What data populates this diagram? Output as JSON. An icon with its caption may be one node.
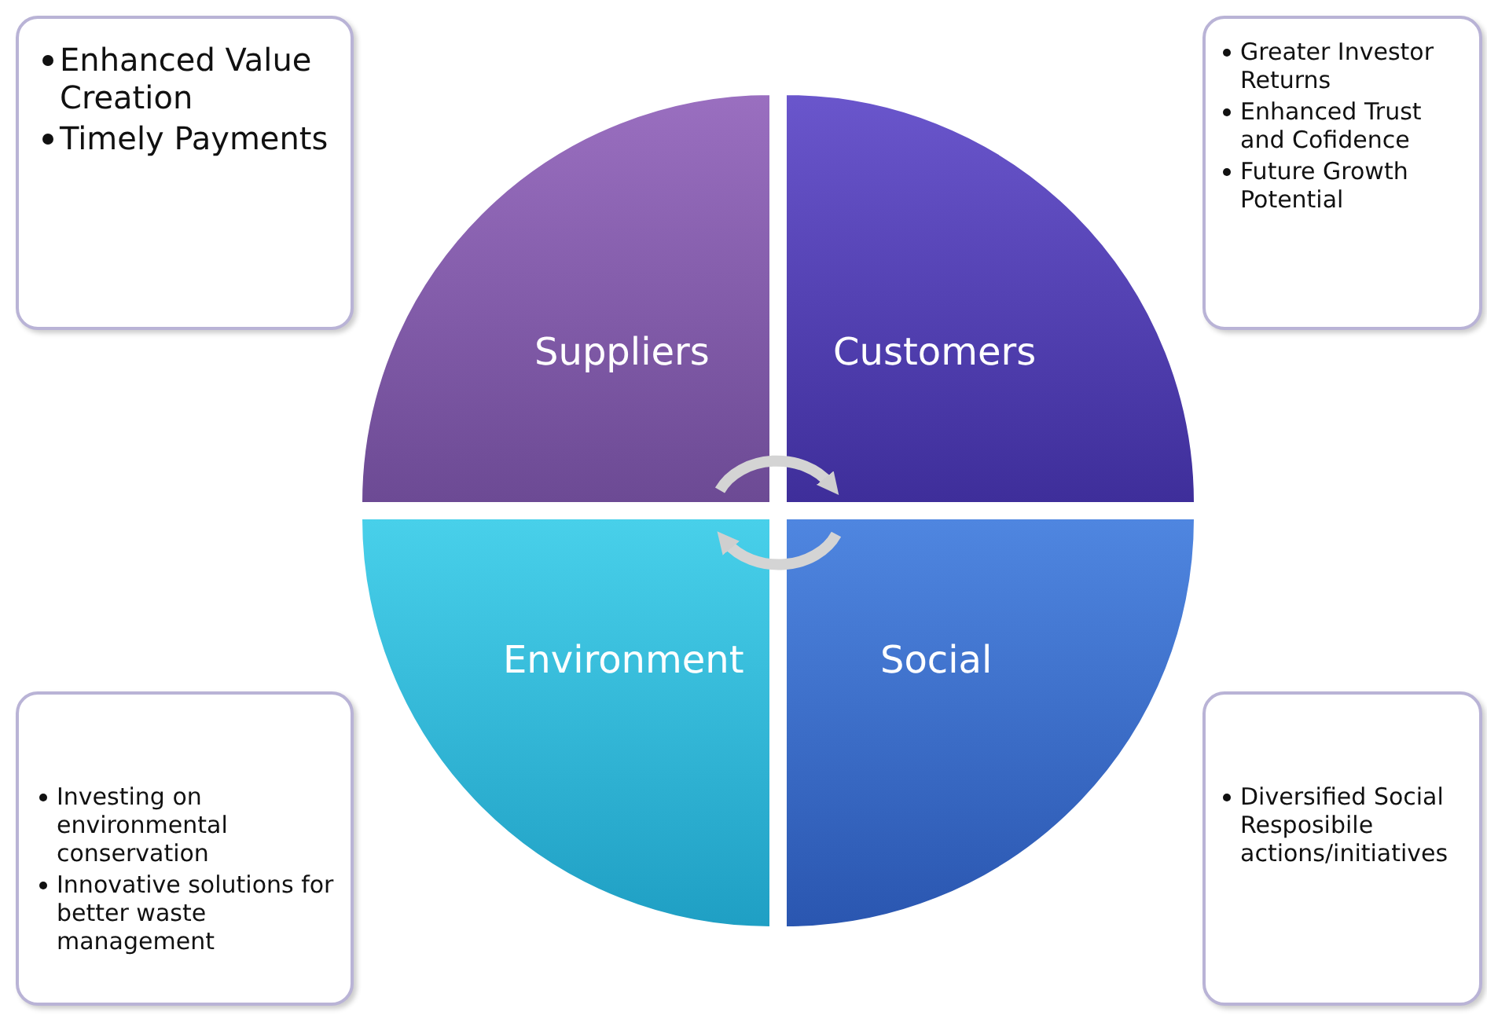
{
  "diagram": {
    "nodes": [
      {
        "text": [
          "Enhanced Value Creation",
          "Timely Payments"
        ]
      },
      {
        "text": [
          "Greater Investor Returns",
          "Enhanced Trust and Cofidence",
          "Future Growth Potential"
        ]
      },
      {
        "text": [
          "Suppliers"
        ]
      },
      {
        "text": [
          "Customers"
        ]
      },
      {
        "text": [
          "Environment"
        ]
      },
      {
        "text": [
          "Social"
        ]
      },
      {
        "text": [
          "Investing on environmental conservation",
          "Innovative solutions for better waste management"
        ]
      },
      {
        "text": [
          "Diversified Social Resposibile actions/initiatives"
        ]
      }
    ],
    "edges": [
      {
        "from": 2,
        "to": 3,
        "arrow": "to"
      },
      {
        "from": 5,
        "to": 4,
        "arrow": "to"
      }
    ]
  }
}
